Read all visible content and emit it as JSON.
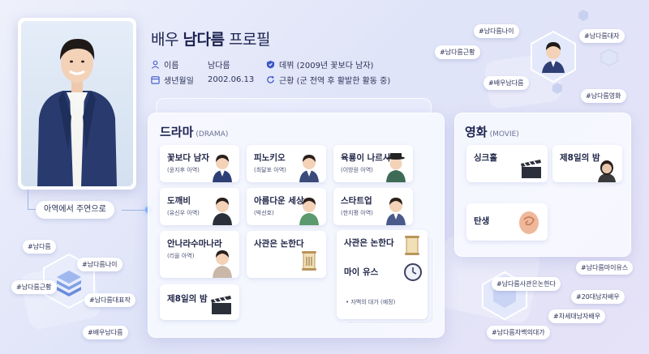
{
  "profile": {
    "title_prefix": "배우",
    "name": "남다름",
    "title_suffix": "프로필",
    "name_label": "이름",
    "name_value": "남다름",
    "birth_label": "생년월일",
    "birth_value": "2002.06.13",
    "debut": "데뷔 (2009년 꽃보다 남자)",
    "status": "근황 (군 전역 후 활발한 활동 중)",
    "caption": "아역에서 주연으로"
  },
  "drama": {
    "title": "드라마",
    "subtitle": "(DRAMA)",
    "cards": [
      {
        "title": "꽃보다 남자",
        "sub": "(윤지후 아역)"
      },
      {
        "title": "피노키오",
        "sub": "(최달포 아역)"
      },
      {
        "title": "육룡이 나르샤",
        "sub": "(이방원 아역)"
      },
      {
        "title": "도깨비",
        "sub": "(유신우 아역)"
      },
      {
        "title": "아름다운 세상",
        "sub": "(박선호)"
      },
      {
        "title": "스타트업",
        "sub": "(한지평 아역)"
      },
      {
        "title": "안나라수마나라",
        "sub": "(리을 아역)"
      },
      {
        "title": "사관은 논한다",
        "sub": ""
      },
      {
        "title": "제8일의 밤",
        "sub": ""
      }
    ],
    "stack": {
      "item1": "사관은 논한다",
      "item2": "마이 유스",
      "note": "자백의 대가 (예정)"
    }
  },
  "movie": {
    "title": "영화",
    "subtitle": "(MOVIE)",
    "cards": [
      {
        "title": "싱크홀"
      },
      {
        "title": "제8일의 밤"
      },
      {
        "title": "탄생"
      }
    ]
  },
  "tags": {
    "top": [
      "#남다름나이",
      "#남다름대자",
      "#남다름근황",
      "#배우남다름",
      "#남다름영화"
    ],
    "left": [
      "#남다름",
      "#남다름나이",
      "#남다름근황",
      "#남다름대표작",
      "#배우남다름"
    ],
    "right": [
      "#남다름마이유스",
      "#남다름사관은논한다",
      "#20대남자배우",
      "#차세대남자배우",
      "#남다름자백의대가"
    ]
  },
  "colors": {
    "accent": "#3b57c9",
    "navy": "#1c2350",
    "bg": "#e6e9f9"
  }
}
